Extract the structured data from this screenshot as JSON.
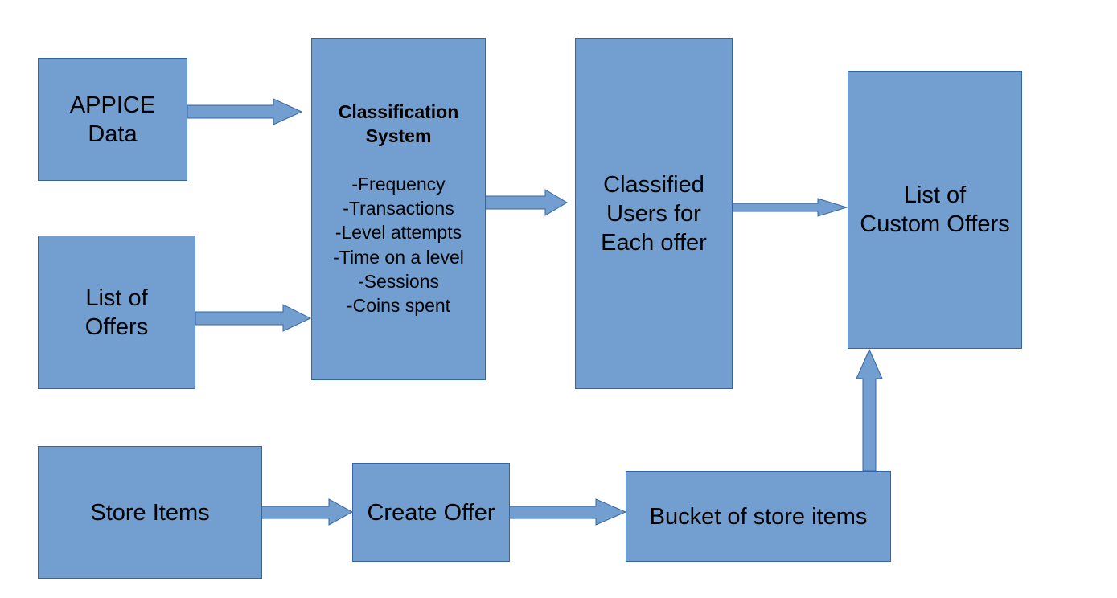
{
  "colors": {
    "box_fill": "#729fcf",
    "box_border": "#3465a4",
    "arrow_fill": "#729fcf",
    "text": "#000000"
  },
  "nodes": {
    "appice": {
      "label": "APPICE\nData"
    },
    "offers": {
      "label": "List of\nOffers"
    },
    "classification": {
      "title": "Classification\nSystem",
      "items": [
        "-Frequency",
        "-Transactions",
        "-Level attempts",
        "-Time on a level",
        "-Sessions",
        "-Coins spent"
      ]
    },
    "classified": {
      "label": "Classified\nUsers for\nEach offer"
    },
    "custom": {
      "label": "List of\nCustom Offers"
    },
    "store": {
      "label": "Store Items"
    },
    "create": {
      "label": "Create Offer"
    },
    "bucket": {
      "label": "Bucket of store items"
    }
  },
  "edges": [
    {
      "from": "APPICE Data",
      "to": "Classification System"
    },
    {
      "from": "List of Offers",
      "to": "Classification System"
    },
    {
      "from": "Classification System",
      "to": "Classified Users for Each offer"
    },
    {
      "from": "Classified Users for Each offer",
      "to": "List of Custom Offers"
    },
    {
      "from": "Store Items",
      "to": "Create Offer"
    },
    {
      "from": "Create Offer",
      "to": "Bucket of store items"
    },
    {
      "from": "Bucket of store items",
      "to": "List of Custom Offers"
    }
  ]
}
